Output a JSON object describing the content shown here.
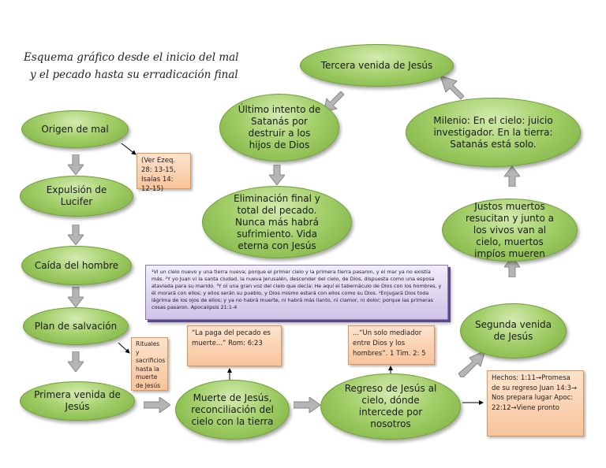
{
  "title": {
    "line1": "Esquema gráfico desde el inicio del mal",
    "line2": "y el pecado hasta su erradicación final"
  },
  "nodes": {
    "origen": "Origen de mal",
    "expulsion": "Expulsión de Lucifer",
    "caida": "Caída del hombre",
    "plan": "Plan de salvación",
    "primera": "Primera venida de Jesús",
    "muerte": "Muerte de Jesús, reconciliación del cielo con la tierra",
    "regreso": "Regreso de Jesús al cielo, dónde intercede por nosotros",
    "segunda": "Segunda venida de Jesús",
    "justos": "Justos muertos resucitan y junto a los vivos van al cielo, muertos impíos mueren",
    "milenio": "Milenio: En el cielo: juicio investigador. En la tierra: Satanás está solo.",
    "tercera": "Tercera venida de Jesús",
    "ultimo": "Último intento de Satanás por destruir a los hijos de Dios",
    "eliminacion": "Eliminación final y total del pecado. Nunca más habrá sufrimiento. Vida eterna con Jesús"
  },
  "notes": {
    "ezeq": "(Ver Ezeq. 28: 13-15, Isaías 14: 12-15)",
    "rituales": "Rituales y sacrificios hasta la muerte de Jesús",
    "paga": "“La paga del pecado es muerte...” Rom: 6:23",
    "mediador": "...“Un solo mediador entre Dios y los hombres”. 1 Tim. 2: 5",
    "hechos": "Hechos: 1:11→Promesa de su regreso Juan 14:3→ Nos prepara lugar Apoc: 22:12→Viene pronto",
    "apocalipsis": "¹Vi un cielo nuevo y una tierra nueva; porque el primer cielo y la primera tierra pasaron, y el mar ya no existía más. ²Y yo Juan vi la santa ciudad, la nueva Jerusalén, descender del cielo, de Dios, dispuesta como una esposa ataviada para su marido. ³Y oí una gran voz del cielo que decía: He aquí el tabernáculo de Dios con los hombres, y él morará con ellos; y ellos serán su pueblo, y Dios mismo estará con ellos como su Dios. ⁴Enjugará Dios toda lágrima de los ojos de ellos; y ya no habrá muerte, ni habrá más llanto, ni clamor, ni dolor; porque las primeras cosas pasaron. Apocalipsis 21:1-4"
  },
  "colors": {
    "node_green": "#a3cf6a",
    "arrow_gray": "#b0b0b0",
    "note_orange": "#f8c49b",
    "purple_box": "#cfc3e6"
  }
}
